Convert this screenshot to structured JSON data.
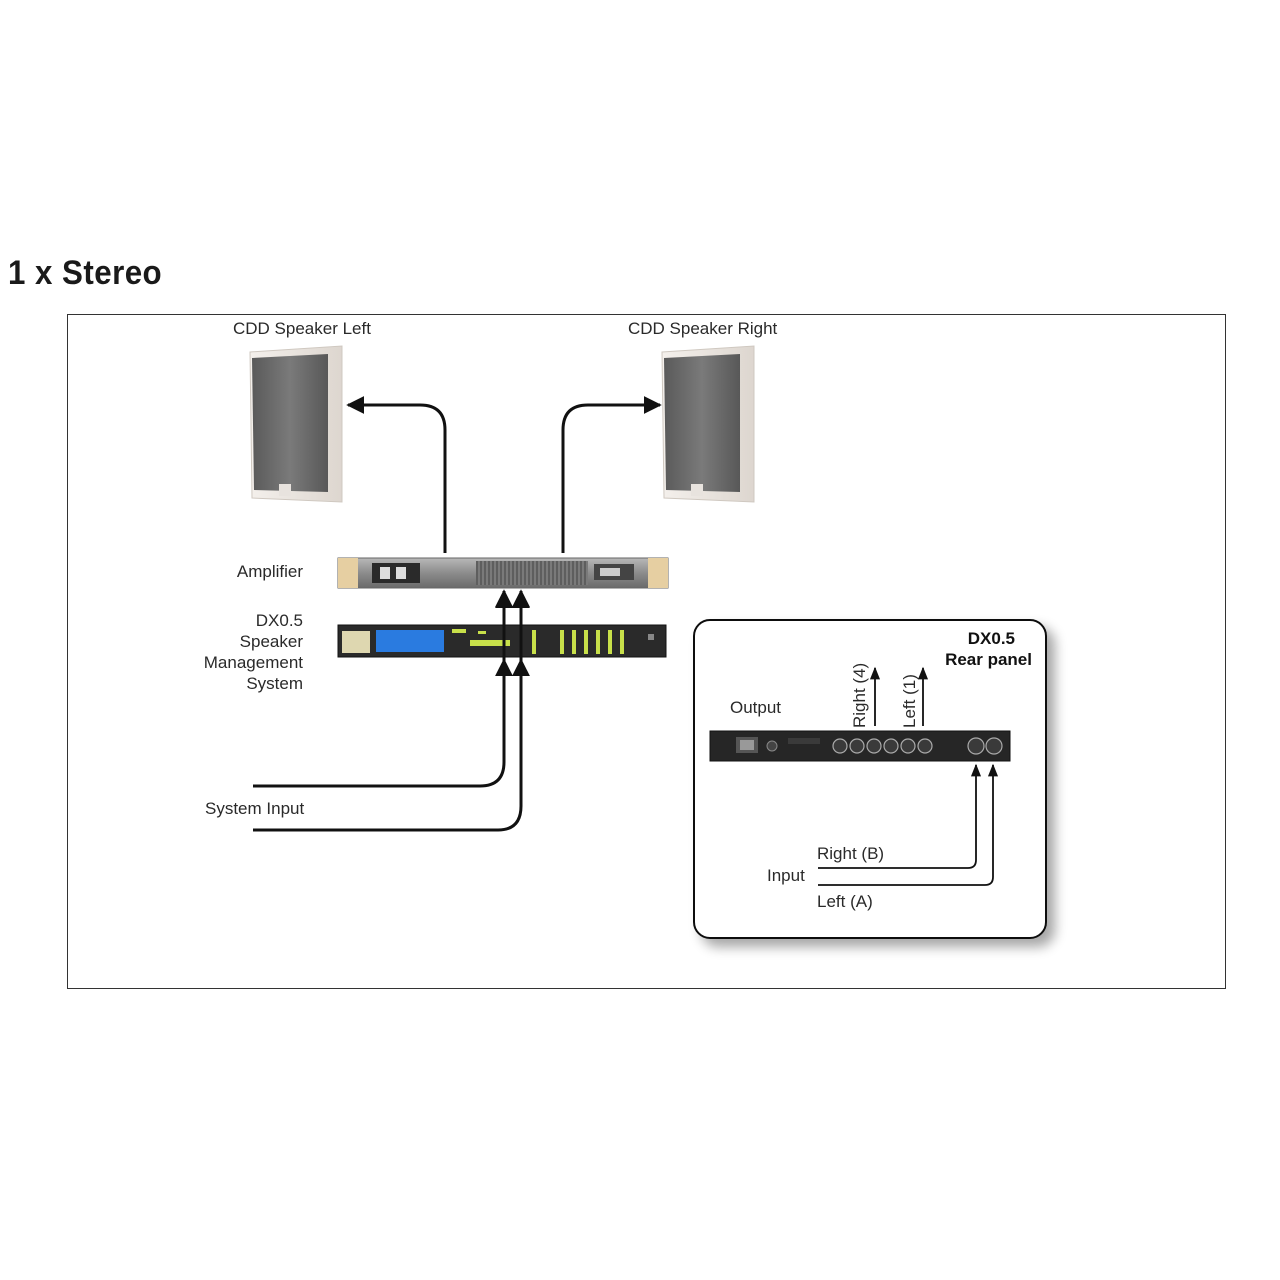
{
  "title": "1 x Stereo",
  "labels": {
    "speaker_left": "CDD Speaker Left",
    "speaker_right": "CDD Speaker Right",
    "amplifier": "Amplifier",
    "dx05_lines": [
      "DX0.5",
      "Speaker",
      "Management",
      "System"
    ],
    "system_input": "System Input"
  },
  "rear_panel": {
    "title_lines": [
      "DX0.5",
      "Rear panel"
    ],
    "output": "Output",
    "right_out": "Right (4)",
    "left_out": "Left (1)",
    "input": "Input",
    "right_in": "Right (B)",
    "left_in": "Left (A)"
  },
  "colors": {
    "line": "#111111",
    "lcd": "#2a7be0",
    "led": "#c8e04a",
    "rack": "#2a2a2a",
    "speaker_grille": "#6a6a6a",
    "speaker_body": "#ece7e2"
  }
}
